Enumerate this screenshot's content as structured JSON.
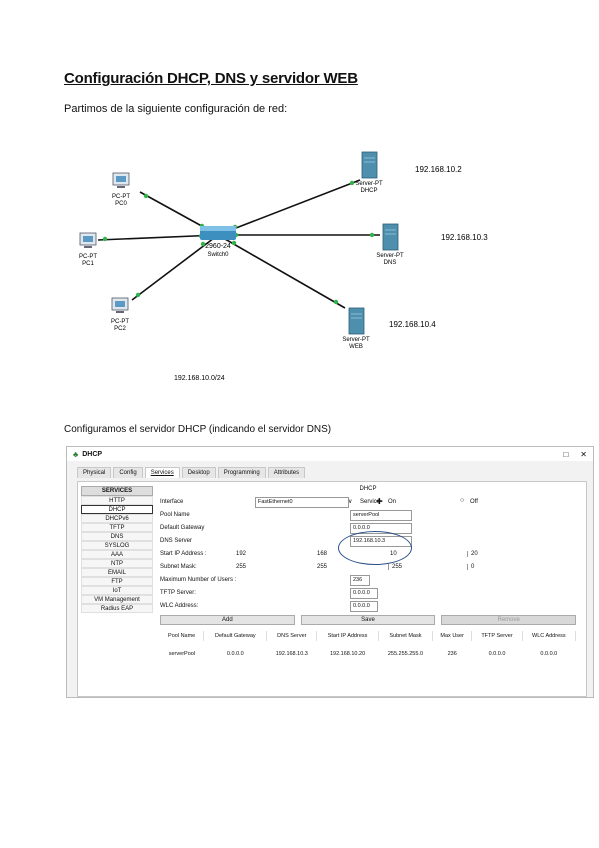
{
  "doc": {
    "title": "Configuración DHCP, DNS y servidor WEB",
    "intro": "Partimos de la siguiente configuración de red:",
    "config_caption": "Configuramos el servidor DHCP (indicando el servidor DNS)"
  },
  "topology": {
    "switch": {
      "line1": "2960-24",
      "line2": "Switch0"
    },
    "pcs": [
      {
        "line1": "PC-PT",
        "line2": "PC0"
      },
      {
        "line1": "PC-PT",
        "line2": "PC1"
      },
      {
        "line1": "PC-PT",
        "line2": "PC2"
      }
    ],
    "servers": [
      {
        "line1": "Server-PT",
        "line2": "DHCP",
        "ip": "192.168.10.2"
      },
      {
        "line1": "Server-PT",
        "line2": "DNS",
        "ip": "192.168.10.3"
      },
      {
        "line1": "Server-PT",
        "line2": "WEB",
        "ip": "192.168.10.4"
      }
    ],
    "network": "192.168.10.0/24"
  },
  "window": {
    "title": "DHCP",
    "minimize": "□",
    "close": "✕",
    "tabs": [
      "Physical",
      "Config",
      "Services",
      "Desktop",
      "Programming",
      "Attributes"
    ],
    "services_header": "SERVICES",
    "services": [
      "HTTP",
      "DHCP",
      "DHCPv6",
      "TFTP",
      "DNS",
      "SYSLOG",
      "AAA",
      "NTP",
      "EMAIL",
      "FTP",
      "IoT",
      "VM Management",
      "Radius EAP"
    ],
    "selected_service": "DHCP"
  },
  "dhcp": {
    "panel_title": "DHCP",
    "interface_label": "Interface",
    "interface_value": "FastEthernet0",
    "service_label": "Service",
    "on_label": "On",
    "off_label": "Off",
    "pool_name_label": "Pool Name",
    "pool_name_value": "serverPool",
    "gateway_label": "Default Gateway",
    "gateway_value": "0.0.0.0",
    "dns_label": "DNS Server",
    "dns_value": "192.168.10.3",
    "start_label": "Start IP Address :",
    "start_octets": [
      "192",
      "168",
      "10",
      "20"
    ],
    "mask_label": "Subnet Mask:",
    "mask_octets": [
      "255",
      "255",
      "255",
      "0"
    ],
    "max_users_label": "Maximum Number of Users :",
    "max_users_value": "236",
    "tftp_label": "TFTP Server:",
    "tftp_value": "0.0.0.0",
    "wlc_label": "WLC Address:",
    "wlc_value": "0.0.0.0",
    "add_label": "Add",
    "save_label": "Save",
    "remove_label": "Remove"
  },
  "pool_table": {
    "headers": [
      "Pool Name",
      "Default Gateway",
      "DNS Server",
      "Start IP Address",
      "Subnet Mask",
      "Max User",
      "TFTP Server",
      "WLC Address"
    ],
    "row": [
      "serverPool",
      "0.0.0.0",
      "192.168.10.3",
      "192.168.10.20",
      "255.255.255.0",
      "236",
      "0.0.0.0",
      "0.0.0.0"
    ]
  }
}
